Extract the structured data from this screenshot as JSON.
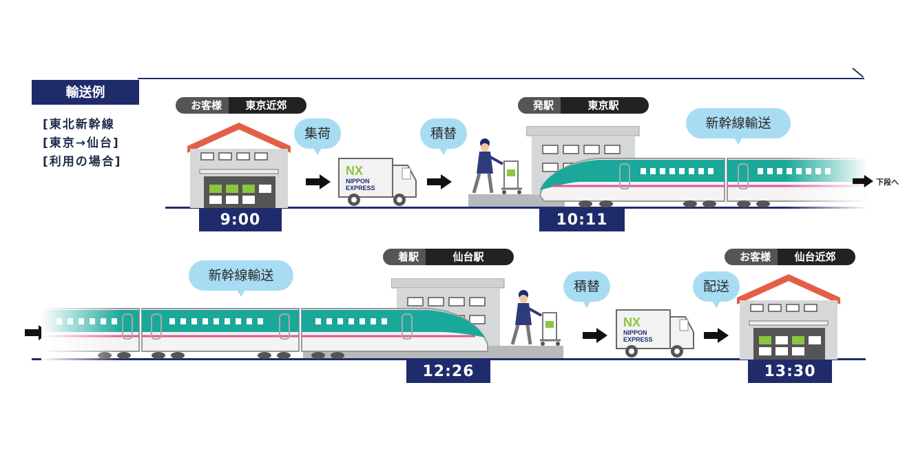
{
  "example": {
    "label": "輸送例",
    "lines": [
      "[東北新幹線",
      "[東京→仙台]",
      "[利用の場合]"
    ]
  },
  "row1": {
    "customer_pill": {
      "left": "お客様",
      "right": "東京近郊"
    },
    "station_pill": {
      "left": "発駅",
      "right": "東京駅"
    },
    "bubble_pickup": "集荷",
    "bubble_transfer": "積替",
    "bubble_shinkansen": "新幹線輸送",
    "time_pickup": "9:00",
    "time_departure": "10:11",
    "continue_note": "下段へ"
  },
  "row2": {
    "station_pill": {
      "left": "着駅",
      "right": "仙台駅"
    },
    "customer_pill": {
      "left": "お客様",
      "right": "仙台近郊"
    },
    "bubble_shinkansen": "新幹線輸送",
    "bubble_transfer": "積替",
    "bubble_delivery": "配送",
    "time_arrival": "12:26",
    "time_delivery": "13:30"
  },
  "truck_logo": {
    "mark": "NX",
    "line1": "NIPPON",
    "line2": "EXPRESS"
  },
  "colors": {
    "navy": "#1f2b6b",
    "train_green": "#1aa89a",
    "train_pink": "#e2549a",
    "roof_red": "#e35f47",
    "bubble_blue": "#a8dcf3",
    "box_green": "#8cc63f"
  }
}
